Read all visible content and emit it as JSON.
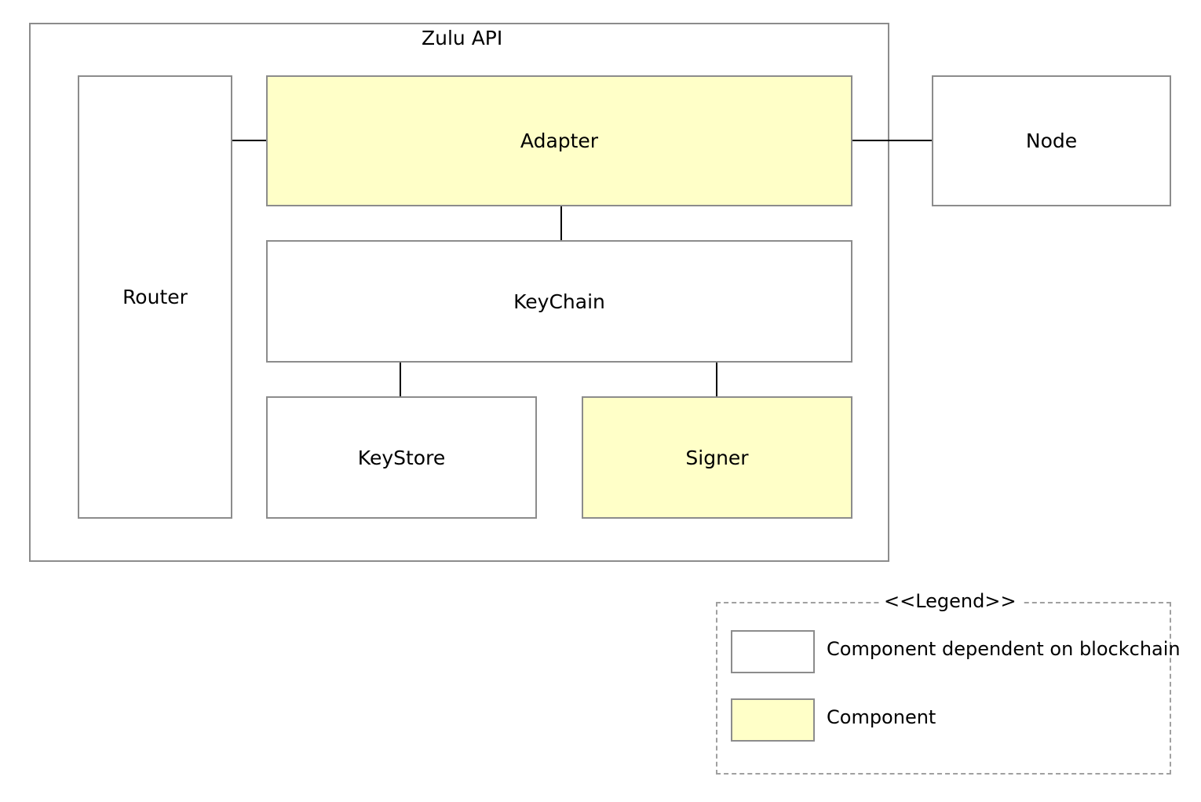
{
  "diagram": {
    "container_title": "Zulu API",
    "components": {
      "router": "Router",
      "adapter": "Adapter",
      "keychain": "KeyChain",
      "keystore": "KeyStore",
      "signer": "Signer",
      "node": "Node"
    }
  },
  "legend": {
    "title": "<<Legend>>",
    "items": [
      {
        "label": "Component dependent on blockchain",
        "fill": "#ffffff"
      },
      {
        "label": "Component",
        "fill": "#ffffc8"
      }
    ]
  },
  "colors": {
    "highlight": "#ffffc8",
    "border": "#8c8c8c",
    "line": "#000000"
  }
}
